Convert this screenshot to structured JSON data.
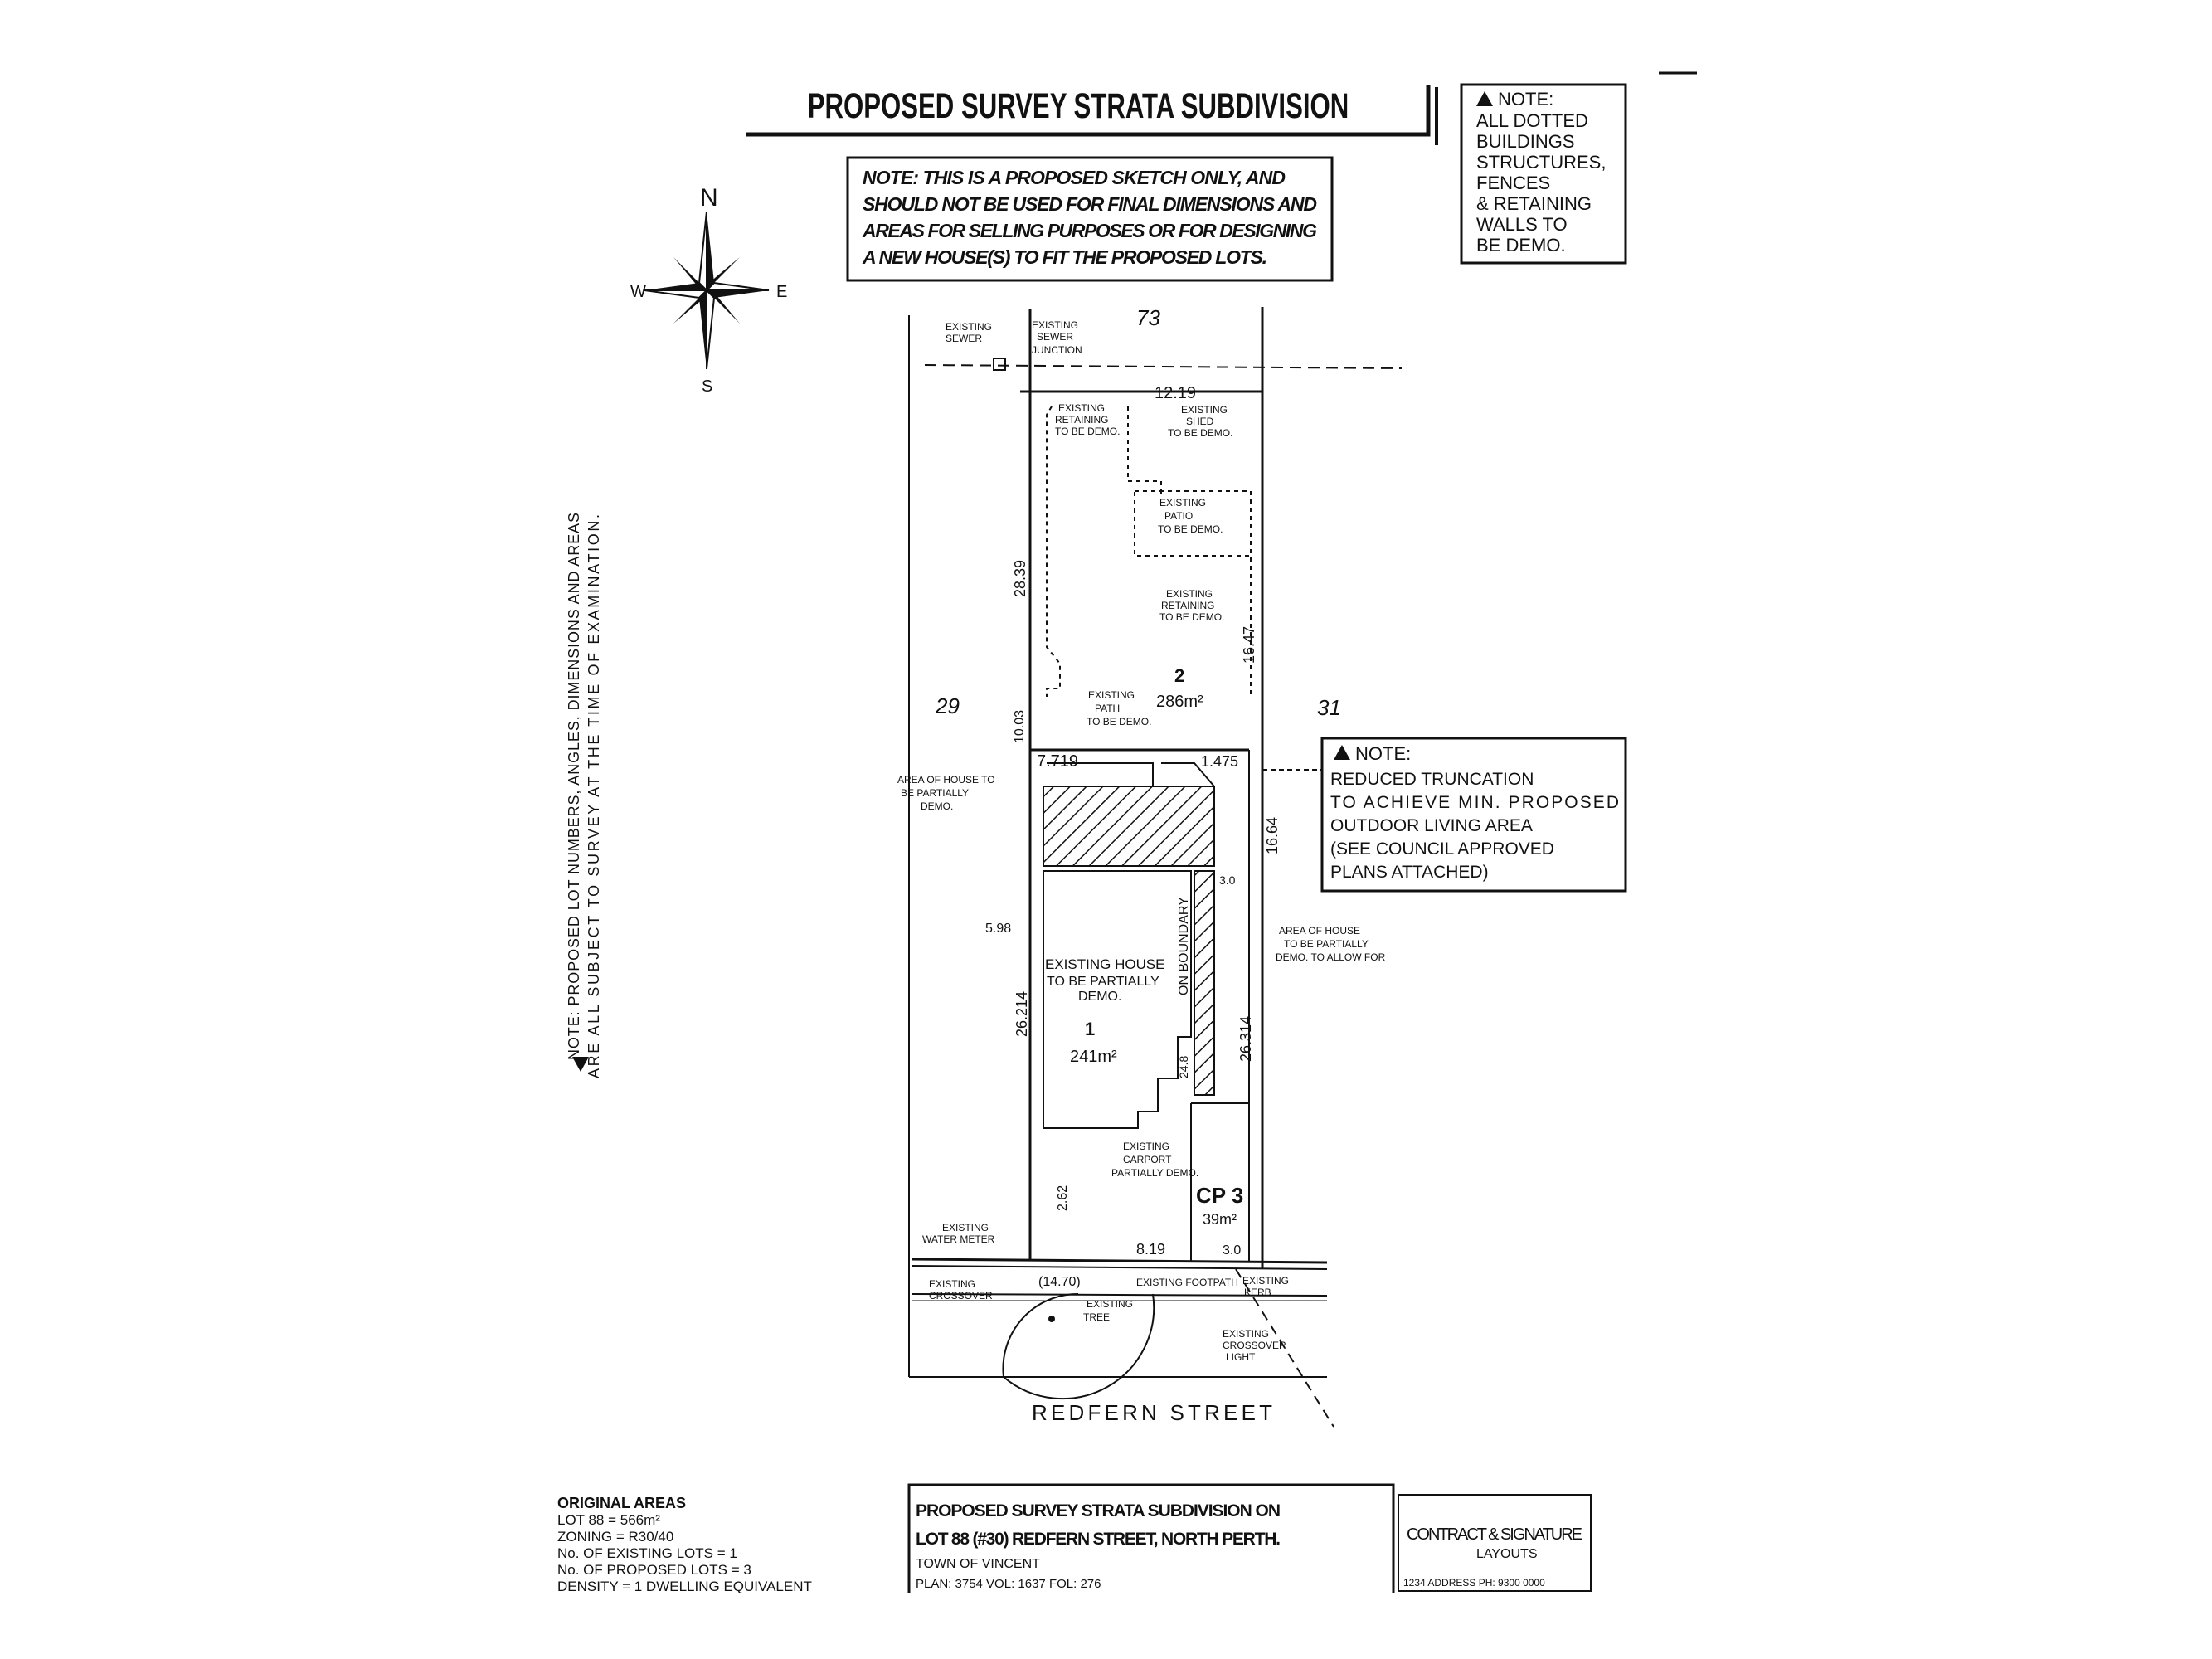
{
  "title": "PROPOSED SURVEY STRATA SUBDIVISION",
  "disclaimer": [
    "NOTE: THIS IS A PROPOSED SKETCH ONLY, AND",
    "SHOULD NOT BE USED FOR FINAL DIMENSIONS AND",
    "AREAS FOR SELLING PURPOSES OR FOR DESIGNING",
    "A NEW HOUSE(S) TO FIT THE PROPOSED LOTS."
  ],
  "demo_note": [
    "NOTE:",
    "ALL DOTTED",
    "BUILDINGS",
    "STRUCTURES,",
    "FENCES",
    "& RETAINING",
    "WALLS TO",
    "BE DEMO."
  ],
  "truncation_note": [
    "NOTE:",
    "REDUCED TRUNCATION",
    "TO ACHIEVE MIN. PROPOSED",
    "OUTDOOR LIVING AREA",
    "(SEE COUNCIL APPROVED",
    "PLANS ATTACHED)"
  ],
  "side_note": [
    "NOTE: PROPOSED LOT NUMBERS, ANGLES, DIMENSIONS AND AREAS",
    "ARE ALL SUBJECT TO SURVEY AT THE TIME OF EXAMINATION."
  ],
  "compass": {
    "n": "N",
    "s": "S",
    "e": "E",
    "w": "W"
  },
  "lots": {
    "north_neighbour": "73",
    "west_neighbour": "29",
    "east_neighbour": "31",
    "lot2": {
      "number": "2",
      "area": "286m²"
    },
    "lot1": {
      "number": "1",
      "area": "241m²"
    },
    "cp3": {
      "number": "CP 3",
      "area": "39m²"
    }
  },
  "dims": {
    "top": "12.19",
    "west_upper": "28.39",
    "east_upper": "16.47",
    "lot2_west_small": "10.03",
    "lot2_south_west": "7.719",
    "lot2_south_east": "1.475",
    "east_mid": "16.64",
    "lot1_west": "26.214",
    "lot1_east": "26.314",
    "boundary": "ON BOUNDARY",
    "garage_left": "5.98",
    "cp_left": "2.62",
    "bottom": "8.19",
    "bottom_east": "3.0",
    "bottom_west": "(14.70)",
    "house_w": "3.0",
    "step": "24.8"
  },
  "labels": {
    "existing_sewer_top": [
      "EXISTING",
      "SEWER",
      "JUNCTION"
    ],
    "existing_sewer_left": [
      "EXISTING",
      "SEWER"
    ],
    "existing_retaining": [
      "EXISTING",
      "RETAINING",
      "TO BE DEMO."
    ],
    "existing_shed": [
      "EXISTING",
      "SHED",
      "TO BE DEMO."
    ],
    "existing_patio": [
      "EXISTING",
      "PATIO",
      "TO BE DEMO."
    ],
    "existing_retaining_2": [
      "EXISTING",
      "RETAINING",
      "TO BE DEMO."
    ],
    "existing_path": [
      "EXISTING",
      "PATH",
      "TO BE DEMO."
    ],
    "house_to_be": [
      "AREA OF HOUSE TO",
      "BE PARTIALLY",
      "DEMO."
    ],
    "existing_house": [
      "EXISTING HOUSE",
      "TO BE PARTIALLY",
      "DEMO."
    ],
    "area_of_house": [
      "AREA OF HOUSE",
      "TO BE PARTIALLY",
      "DEMO. TO ALLOW FOR"
    ],
    "existing_carport": [
      "EXISTING",
      "CARPORT",
      "PARTIALLY DEMO."
    ],
    "existing_water_meter": [
      "EXISTING",
      "WATER METER"
    ],
    "existing_crossover_left": [
      "EXISTING",
      "CROSSOVER"
    ],
    "existing_footpath": "EXISTING FOOTPATH",
    "existing_crossover_right": [
      "EXISTING",
      "CROSSOVER",
      "LIGHT"
    ],
    "existing_kerb": [
      "EXISTING",
      "KERB"
    ],
    "existing_tree": [
      "EXISTING",
      "TREE"
    ],
    "street": "REDFERN STREET"
  },
  "original_areas": [
    "ORIGINAL AREAS",
    "LOT 88 = 566m²",
    "ZONING = R30/40",
    "No. OF EXISTING LOTS = 1",
    "No. OF PROPOSED LOTS = 3",
    "DENSITY = 1 DWELLING EQUIVALENT"
  ],
  "title_block": {
    "line1": "PROPOSED SURVEY STRATA SUBDIVISION ON",
    "line2": "LOT 88 (#30) REDFERN STREET, NORTH PERTH.",
    "line3": "TOWN OF VINCENT",
    "line4": "PLAN: 3754   VOL: 1637   FOL: 276",
    "company": [
      "CONTRACT & SIGNATURE",
      "LAYOUTS"
    ],
    "contact": "1234 ADDRESS  PH: 9300 0000"
  }
}
